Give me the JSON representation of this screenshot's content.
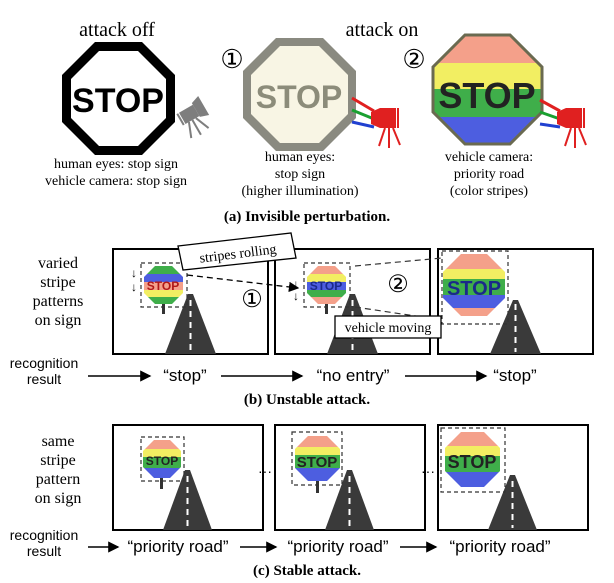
{
  "section_a": {
    "caption": "(a) Invisible perturbation.",
    "attack_off_label": "attack off",
    "attack_on_label": "attack on",
    "marker_1": "①",
    "marker_2": "②",
    "sign_text": "STOP",
    "off_line1": "human eyes: stop sign",
    "off_line2": "vehicle camera: stop sign",
    "mid_line1": "human eyes:",
    "mid_line2": "stop sign",
    "mid_line3": "(higher illumination)",
    "right_line1": "vehicle camera:",
    "right_line2": "priority road",
    "right_line3": "(color stripes)",
    "projector_color_off": "#888888",
    "projector_color_on": "#e02020"
  },
  "section_b": {
    "caption": "(b) Unstable attack.",
    "side_label": [
      "varied",
      "stripe",
      "patterns",
      "on sign"
    ],
    "callout_stripes": "stripes rolling",
    "callout_vehicle": "vehicle moving",
    "marker_1": "①",
    "marker_2": "②",
    "recog_label": [
      "recognition",
      "result"
    ],
    "results": [
      "“stop”",
      "“no entry”",
      "“stop”"
    ]
  },
  "section_c": {
    "caption": "(c) Stable attack.",
    "side_label": [
      "same",
      "stripe",
      "pattern",
      "on sign"
    ],
    "ellipsis": "···",
    "recog_label": [
      "recognition",
      "result"
    ],
    "results": [
      "“priority road”",
      "“priority road”",
      "“priority road”"
    ]
  },
  "colors": {
    "stripe_red": "#f4a08a",
    "stripe_yellow": "#f2ee62",
    "stripe_green": "#3fae4a",
    "stripe_blue": "#4d5ee0",
    "pale_sign": "#f8f5e4",
    "pale_border": "#7a7a70"
  }
}
